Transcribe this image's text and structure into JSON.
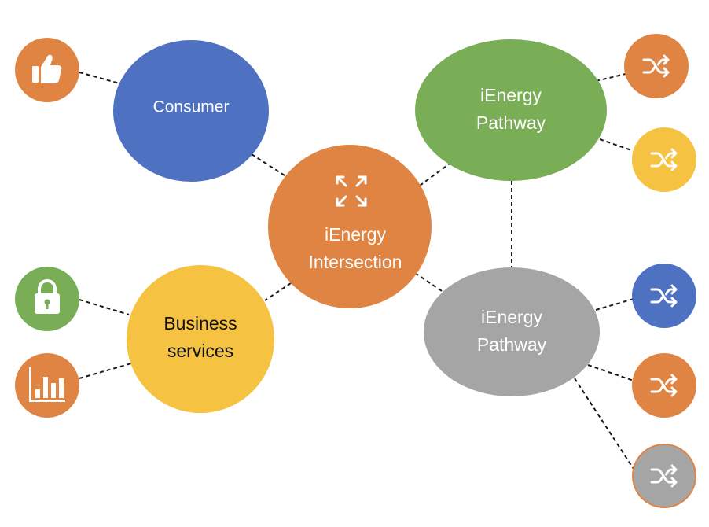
{
  "nodes": {
    "consumer": {
      "label": "Consumer",
      "color": "#4f71c2"
    },
    "intersection": {
      "line1": "iEnergy",
      "line2": "Intersection",
      "color": "#e08444"
    },
    "pathway_green": {
      "line1": "iEnergy",
      "line2": "Pathway",
      "color": "#7aae56"
    },
    "pathway_gray": {
      "line1": "iEnergy",
      "line2": "Pathway",
      "color": "#a5a5a5"
    },
    "business": {
      "line1": "Business",
      "line2": "services",
      "color": "#f5c242"
    }
  },
  "icons": {
    "thumbs_up": {
      "icon": "thumbs-up-icon",
      "color": "#e08444"
    },
    "lock": {
      "icon": "lock-icon",
      "color": "#7aae56"
    },
    "bar_chart": {
      "icon": "bar-chart-icon",
      "color": "#e08444"
    },
    "shuffle_1": {
      "icon": "shuffle-icon",
      "color": "#e08444"
    },
    "shuffle_2": {
      "icon": "shuffle-icon",
      "color": "#f5c242"
    },
    "shuffle_3": {
      "icon": "shuffle-icon",
      "color": "#4f71c2"
    },
    "shuffle_4": {
      "icon": "shuffle-icon",
      "color": "#e08444"
    },
    "shuffle_5": {
      "icon": "shuffle-icon",
      "color": "#a5a5a5",
      "border": "#e08444"
    },
    "expand": {
      "icon": "expand-arrows-icon",
      "color": "#ffffff"
    }
  }
}
